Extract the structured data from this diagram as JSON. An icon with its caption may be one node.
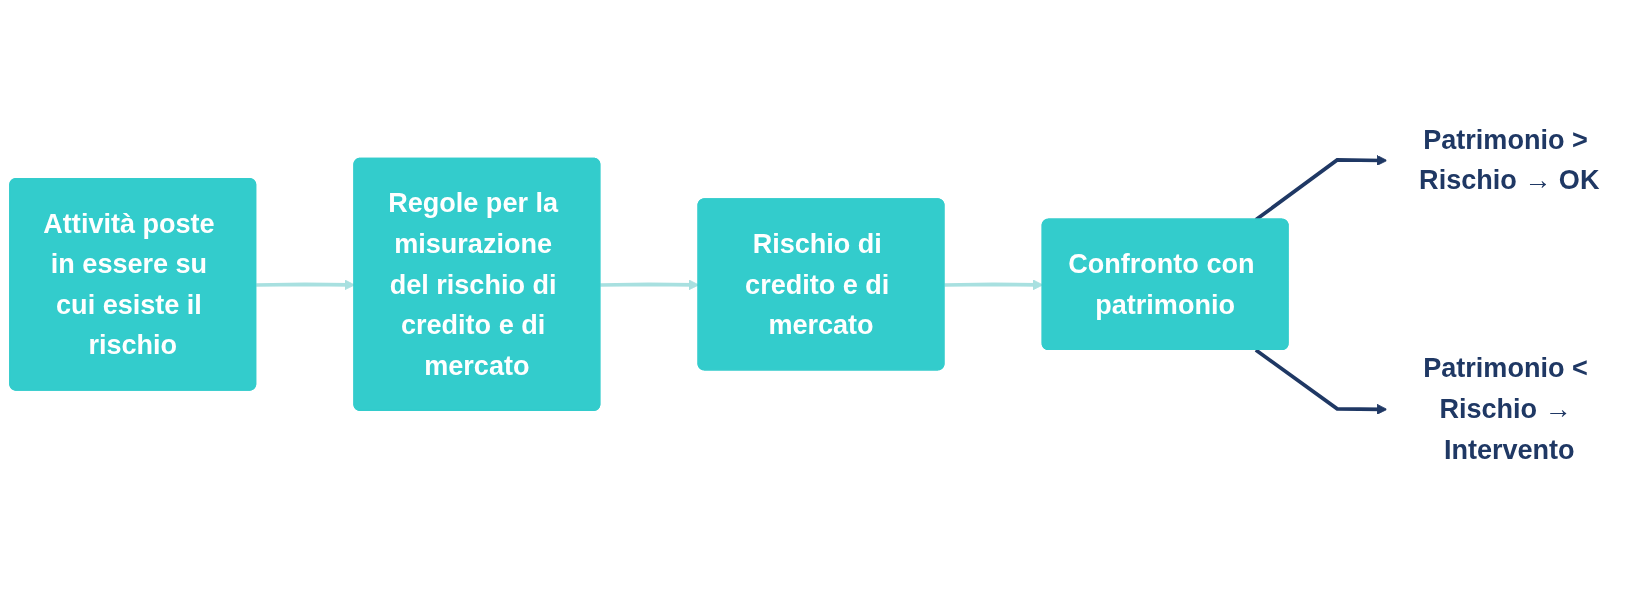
{
  "diagram": {
    "nodes": [
      {
        "text": [
          "Attività poste in essere su cui esiste il rischio"
        ]
      },
      {
        "text": [
          "Regole per la misurazione del rischio di credito e di mercato"
        ]
      },
      {
        "text": [
          "Rischio di credito e di mercato"
        ]
      },
      {
        "text": [
          "Confronto con patrimonio"
        ]
      },
      {
        "text": [
          "Patrimonio > Rischio → OK"
        ]
      },
      {
        "text": [
          "Patrimonio < Rischio → Intervento"
        ]
      }
    ],
    "edges": [
      {
        "from": 0,
        "to": 1,
        "arrow": "to"
      },
      {
        "from": 1,
        "to": 2,
        "arrow": "to"
      },
      {
        "from": 2,
        "to": 3,
        "arrow": "to"
      },
      {
        "from": 3,
        "to": 4,
        "arrow": "to",
        "color": "#1f3864"
      },
      {
        "from": 3,
        "to": 5,
        "arrow": "to",
        "color": "#1f3864"
      }
    ]
  }
}
